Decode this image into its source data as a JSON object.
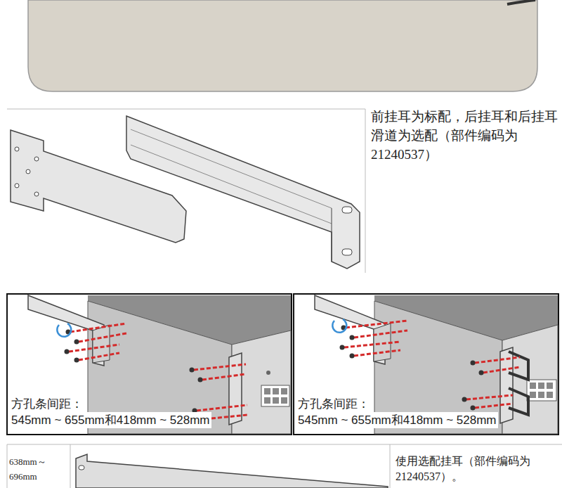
{
  "diagram": {
    "labels": [
      "前挂耳为标配，后挂耳和后挂耳滑道为选配（部件编码为21240537）",
      "方孔条间距：",
      "545mm ~ 655mm和418mm ~ 528mm",
      "方孔条间距：",
      "545mm ~ 655mm和418mm ~ 528mm",
      "638mm～696mm",
      "使用选配挂耳（部件编码为21240537）。"
    ]
  }
}
